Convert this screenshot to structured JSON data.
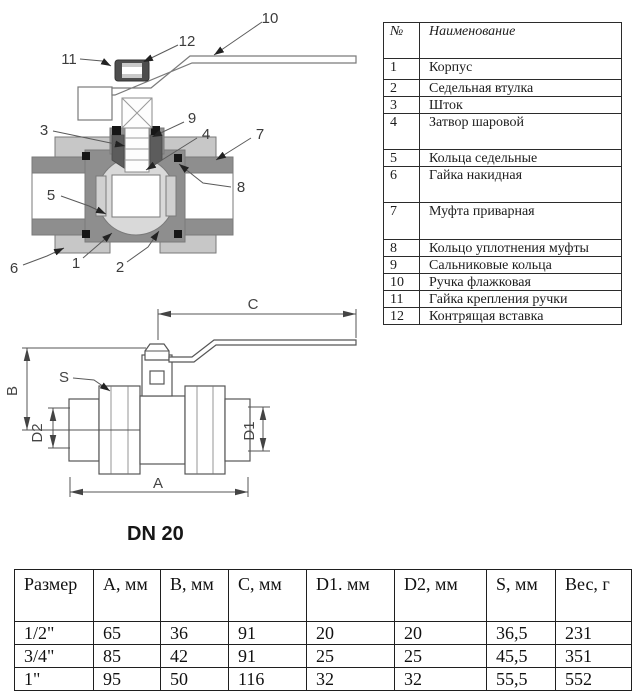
{
  "colors": {
    "line_art": "#565656",
    "body_gray": "#8e8e8e",
    "cap_gray": "#c7c7c7",
    "ball_gray": "#d9d9d9",
    "seal_black": "#161616",
    "table_border": "#2b2b2b",
    "text": "#1c1c1c"
  },
  "cross_section": {
    "callouts": [
      "1",
      "2",
      "3",
      "4",
      "5",
      "6",
      "7",
      "8",
      "9",
      "10",
      "11",
      "12"
    ]
  },
  "parts_table": {
    "header": {
      "num": "№",
      "name": "Наименование"
    },
    "rows": [
      {
        "num": "1",
        "name": "Корпус"
      },
      {
        "num": "2",
        "name": "Седельная втулка"
      },
      {
        "num": "3",
        "name": "Шток"
      },
      {
        "num": "4",
        "name": "Затвор шаровой"
      },
      {
        "num": "5",
        "name": "Кольца седельные"
      },
      {
        "num": "6",
        "name": "Гайка накидная"
      },
      {
        "num": "7",
        "name": "Муфта приварная"
      },
      {
        "num": "8",
        "name": "Кольцо уплотнения муфты"
      },
      {
        "num": "9",
        "name": "Сальниковые кольца"
      },
      {
        "num": "10",
        "name": "Ручка флажковая"
      },
      {
        "num": "11",
        "name": "Гайка крепления ручки"
      },
      {
        "num": "12",
        "name": "Контрящая вставка"
      }
    ]
  },
  "dimension_drawing": {
    "labels": {
      "a": "A",
      "b": "B",
      "c": "C",
      "d1": "D1",
      "d2": "D2",
      "s": "S"
    },
    "caption": "DN 20"
  },
  "spec_table": {
    "headers": [
      "Размер",
      "A, мм",
      "B, мм",
      "C, мм",
      "D1. мм",
      "D2, мм",
      "S, мм",
      "Вес, г"
    ],
    "rows": [
      [
        "1/2\"",
        "65",
        "36",
        "91",
        "20",
        "20",
        "36,5",
        "231"
      ],
      [
        "3/4\"",
        "85",
        "42",
        "91",
        "25",
        "25",
        "45,5",
        "351"
      ],
      [
        "1\"",
        "95",
        "50",
        "116",
        "32",
        "32",
        "55,5",
        "552"
      ]
    ]
  }
}
